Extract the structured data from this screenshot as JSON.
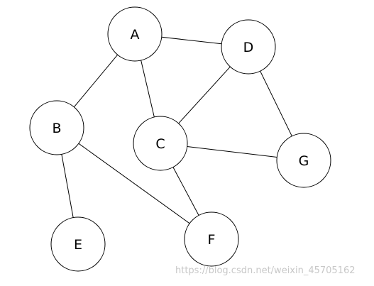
{
  "graph": {
    "nodes": [
      {
        "id": "A",
        "label": "A"
      },
      {
        "id": "B",
        "label": "B"
      },
      {
        "id": "C",
        "label": "C"
      },
      {
        "id": "D",
        "label": "D"
      },
      {
        "id": "E",
        "label": "E"
      },
      {
        "id": "F",
        "label": "F"
      },
      {
        "id": "G",
        "label": "G"
      }
    ],
    "edges": [
      {
        "from": "A",
        "to": "B"
      },
      {
        "from": "A",
        "to": "C"
      },
      {
        "from": "A",
        "to": "D"
      },
      {
        "from": "B",
        "to": "E"
      },
      {
        "from": "B",
        "to": "F"
      },
      {
        "from": "C",
        "to": "D"
      },
      {
        "from": "C",
        "to": "F"
      },
      {
        "from": "C",
        "to": "G"
      },
      {
        "from": "D",
        "to": "G"
      }
    ],
    "stroke_color": "#000000",
    "fill_color": "#ffffff"
  },
  "watermark": {
    "text": "https://blog.csdn.net/weixin_45705162",
    "color": "#c8c8c8"
  }
}
